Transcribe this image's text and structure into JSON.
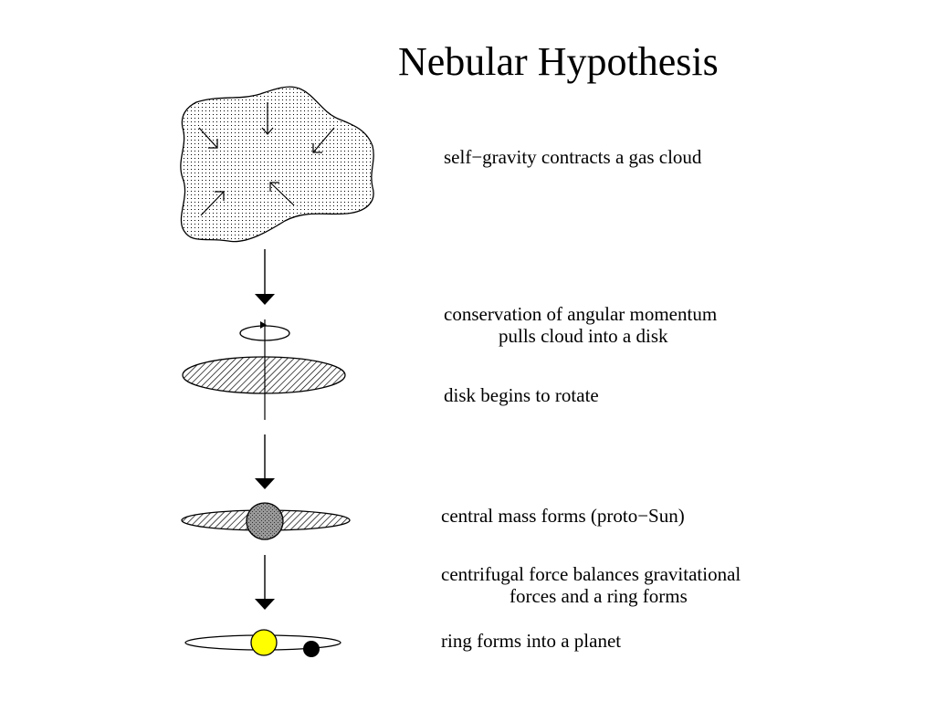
{
  "title": "Nebular Hypothesis",
  "colors": {
    "background": "#ffffff",
    "ink": "#000000",
    "sun": "#ffff00",
    "proto_sun": "#999999"
  },
  "stages": [
    {
      "text": "self−gravity contracts a gas cloud",
      "text2": ""
    },
    {
      "text": "conservation of angular momentum",
      "text2": "pulls cloud into a disk"
    },
    {
      "text": "disk begins to rotate",
      "text2": ""
    },
    {
      "text": "central mass forms (proto−Sun)",
      "text2": ""
    },
    {
      "text": "centrifugal force balances gravitational",
      "text2": "forces and a ring forms"
    },
    {
      "text": "ring forms into a planet",
      "text2": ""
    }
  ]
}
